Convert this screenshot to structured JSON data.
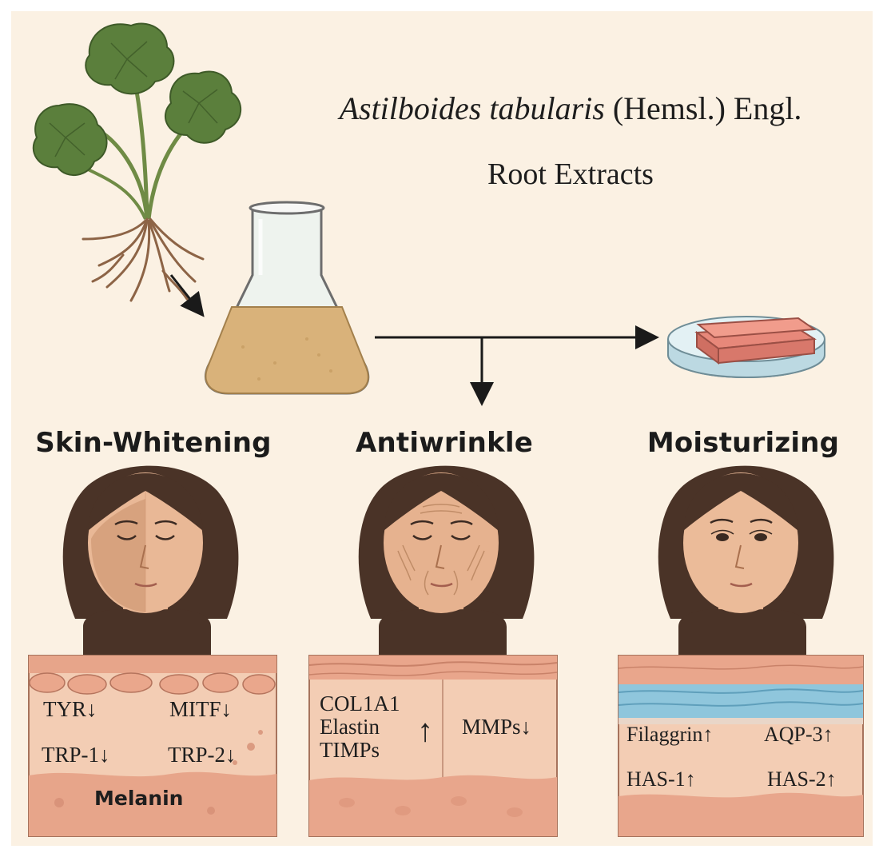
{
  "title": {
    "species_italic": "Astilboides tabularis",
    "authority": "(Hemsl.) Engl.",
    "subtitle": "Root Extracts"
  },
  "sections": [
    {
      "heading": "Skin-Whitening",
      "markers": [
        "TYR↓",
        "MITF↓",
        "TRP-1↓",
        "TRP-2↓"
      ],
      "bottom_label": "Melanin"
    },
    {
      "heading": "Antiwrinkle",
      "markers_left": [
        "COL1A1",
        "Elastin",
        "TIMPs"
      ],
      "left_arrow": "↑",
      "marker_right": "MMPs↓"
    },
    {
      "heading": "Moisturizing",
      "markers": [
        "Filaggrin↑",
        "AQP-3↑",
        "HAS-1↑",
        "HAS-2↑"
      ]
    }
  ],
  "colors": {
    "background": "#fbf1e3",
    "leaf": "#5b7f3c",
    "flask_liquid": "#d9b27a",
    "skin": "#e9b896",
    "hair": "#4a3327",
    "tissue": "#f0c7ad",
    "water_layer": "#8fc6dc"
  }
}
